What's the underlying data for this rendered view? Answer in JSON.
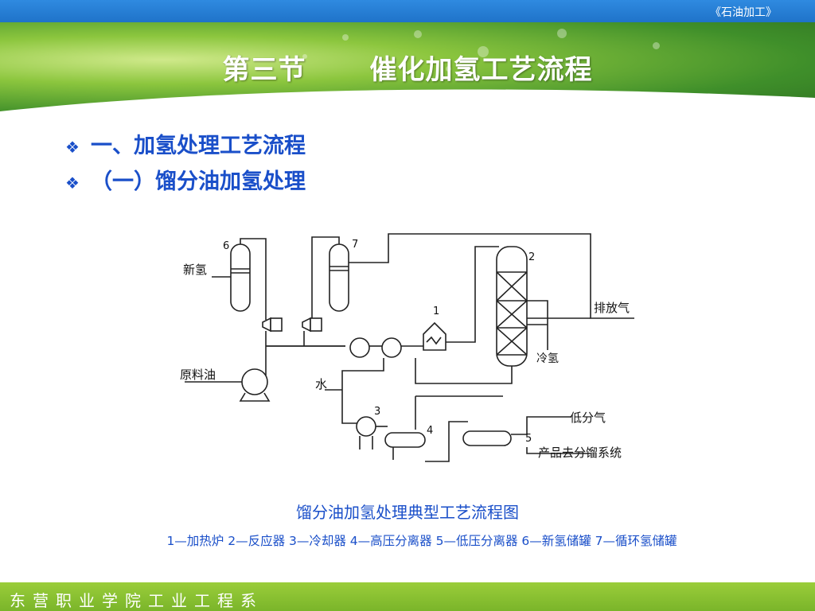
{
  "header": {
    "course": "《石油加工》"
  },
  "title": {
    "section": "第三节",
    "topic": "催化加氢工艺流程"
  },
  "bullets": [
    "一、加氢处理工艺流程",
    "（一）馏分油加氢处理"
  ],
  "diagram": {
    "labels": {
      "new_h2": "新氢",
      "feed_oil": "原料油",
      "water": "水",
      "vent_gas": "排放气",
      "cold_h2": "冷氢",
      "low_gas": "低分气",
      "product": "产品去分馏系统"
    },
    "numbers": [
      "1",
      "2",
      "3",
      "4",
      "5",
      "6",
      "7"
    ]
  },
  "caption": "馏分油加氢处理典型工艺流程图",
  "legend": "1—加热炉  2—反应器  3—冷却器  4—高压分离器  5—低压分离器 6—新氢储罐  7—循环氢储罐",
  "footer": {
    "school": "东营职业学院工业工程系"
  },
  "colors": {
    "topbar": "#1f73c9",
    "accent_text": "#1a4fc9",
    "footer": "#8cc63e",
    "banner": "#3f8f2a"
  }
}
